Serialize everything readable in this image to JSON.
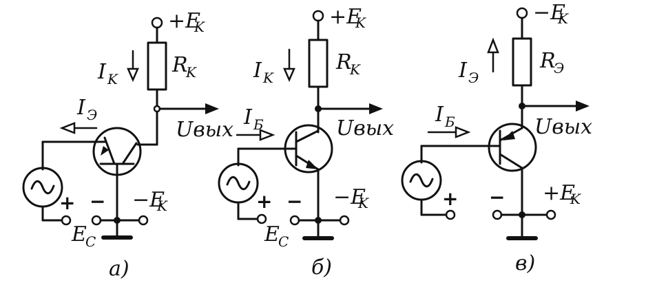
{
  "circuit_a": {
    "supply_top": "+E",
    "supply_top_sub": "K",
    "current_label": "I",
    "current_sub": "K",
    "resistor": "R",
    "resistor_sub": "K",
    "input_current": "I",
    "input_current_sub": "Э",
    "output": "Uвых",
    "minus_sign": "−",
    "plus_sign": "+",
    "bottom_supply": "−E",
    "bottom_supply_sub": "K",
    "source_label": "E",
    "source_sub": "C",
    "caption": "а)"
  },
  "circuit_b": {
    "supply_top": "+E",
    "supply_top_sub": "K",
    "current_label": "I",
    "current_sub": "K",
    "resistor": "R",
    "resistor_sub": "K",
    "input_current": "I",
    "input_current_sub": "Б",
    "output": "Uвых",
    "plus_sign": "+",
    "minus_sign": "−",
    "bottom_supply": "−E",
    "bottom_supply_sub": "K",
    "source_label": "E",
    "source_sub": "C",
    "caption": "б)"
  },
  "circuit_c": {
    "supply_top": "−E",
    "supply_top_sub": "K",
    "current_label": "I",
    "current_sub": "Э",
    "resistor": "R",
    "resistor_sub": "Э",
    "input_current": "I",
    "input_current_sub": "Б",
    "output": "Uвых",
    "plus_sign": "+",
    "minus_sign": "−",
    "bottom_supply": "+E",
    "bottom_supply_sub": "K",
    "caption": "в)"
  }
}
